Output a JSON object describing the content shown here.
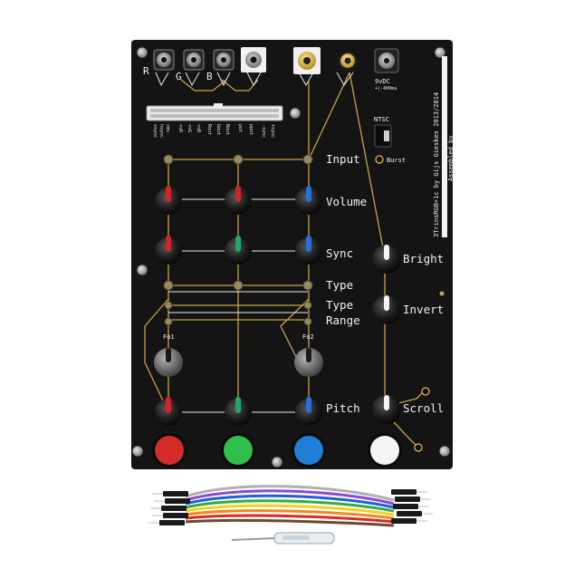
{
  "panel": {
    "row_labels": {
      "input": "Input",
      "volume": "Volume",
      "sync": "Sync",
      "bright": "Bright",
      "type": "Type",
      "type2": "Type",
      "range": "Range",
      "invert": "Invert",
      "pitch": "Pitch",
      "scroll": "Scroll"
    },
    "jack_letters": [
      "R",
      "G",
      "B"
    ],
    "power_label": "9vDC",
    "power_sub": "+|-400ma",
    "ntsc_label": "NTSC",
    "burst_label": "Burst",
    "fo1_label": "Fo1",
    "fo2_label": "Fo2",
    "vertical_credit_1": "3TrinsRGB+1c by Gijs Gieskes 2013/2014",
    "vertical_credit_2": "Assembled by",
    "pin_header_labels": [
      "vsync",
      "hsync",
      "cms",
      "<vR",
      "<vG",
      "<vB",
      "Rout",
      "Gout",
      "Bout",
      "pot",
      "ppot",
      "-sync",
      "+sync"
    ]
  },
  "colors": {
    "panel": "#141414",
    "trace": "#c9a24a",
    "button_red": "#d62b2b",
    "button_green": "#2fbf4a",
    "button_blue": "#1f7fd6",
    "button_white": "#f4f4f4",
    "cap_red": "#d0262a",
    "cap_green": "#1fa86a",
    "cap_blue": "#2a6fd8"
  }
}
